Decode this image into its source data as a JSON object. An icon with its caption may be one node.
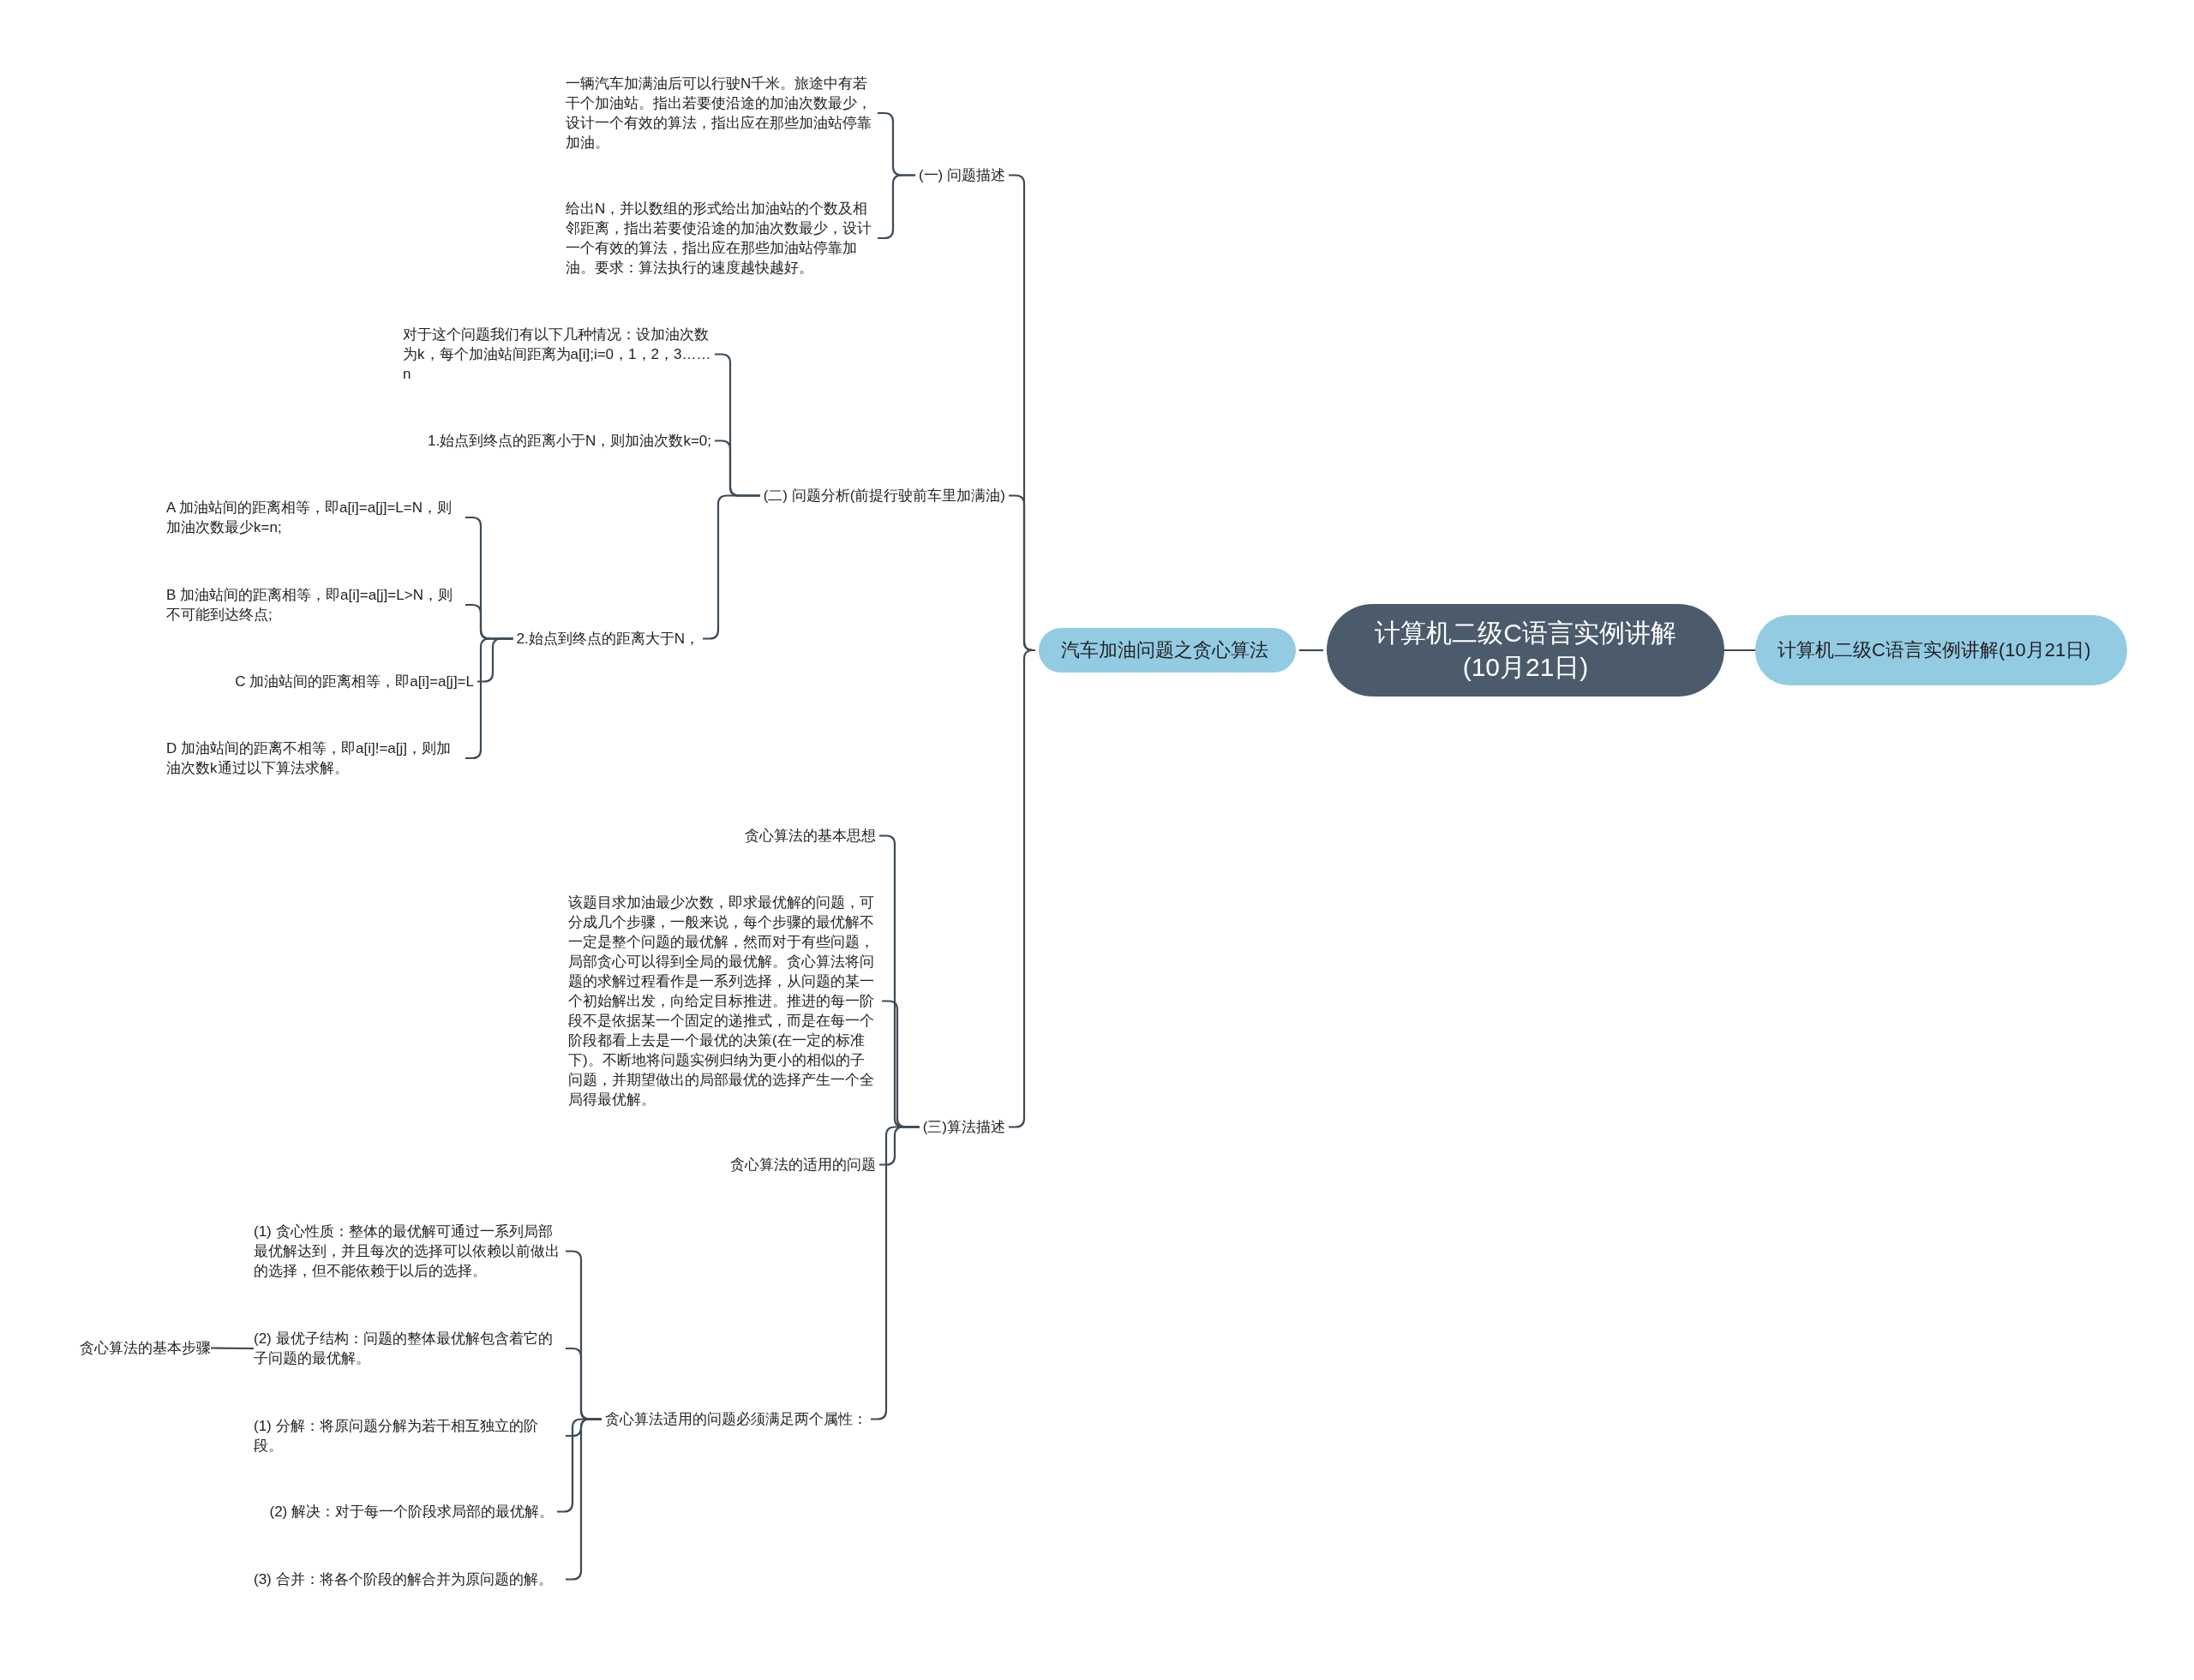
{
  "diagram": {
    "nodes": [
      {
        "text": [
          "计算机二级C语言实例讲解(10月21日)"
        ]
      },
      {
        "text": [
          "计算机二级C语言实例讲解(10月21日)"
        ]
      },
      {
        "text": [
          "汽车加油问题之贪心算法"
        ]
      },
      {
        "text": [
          "(一) 问题描述"
        ]
      },
      {
        "text": [
          "一辆汽车加满油后可以行驶N千米。旅途中有若干个加油站。指出若要使沿途的加油次数最少，设计一个有效的算法，指出应在那些加油站停靠加油。"
        ]
      },
      {
        "text": [
          "给出N，并以数组的形式给出加油站的个数及相邻距离，指出若要使沿途的加油次数最少，设计一个有效的算法，指出应在那些加油站停靠加油。要求：算法执行的速度越快越好。"
        ]
      },
      {
        "text": [
          "(二) 问题分析(前提行驶前车里加满油)"
        ]
      },
      {
        "text": [
          "对于这个问题我们有以下几种情况：设加油次数为k，每个加油站间距离为a[i];i=0，1，2，3……n"
        ]
      },
      {
        "text": [
          "1.始点到终点的距离小于N，则加油次数k=0;"
        ]
      },
      {
        "text": [
          "2.始点到终点的距离大于N，"
        ]
      },
      {
        "text": [
          "A 加油站间的距离相等，即a[i]=a[j]=L=N，则加油次数最少k=n;"
        ]
      },
      {
        "text": [
          "B 加油站间的距离相等，即a[i]=a[j]=L>N，则不可能到达终点;"
        ]
      },
      {
        "text": [
          "C 加油站间的距离相等，即a[i]=a[j]=L"
        ]
      },
      {
        "text": [
          "D 加油站间的距离不相等，即a[i]!=a[j]，则加油次数k通过以下算法求解。"
        ]
      },
      {
        "text": [
          "(三)算法描述"
        ]
      },
      {
        "text": [
          "贪心算法的基本思想"
        ]
      },
      {
        "text": [
          "该题目求加油最少次数，即求最优解的问题，可分成几个步骤，一般来说，每个步骤的最优解不一定是整个问题的最优解，然而对于有些问题，局部贪心可以得到全局的最优解。贪心算法将问题的求解过程看作是一系列选择，从问题的某一个初始解出发，向给定目标推进。推进的每一阶段不是依据某一个固定的递推式，而是在每一个阶段都看上去是一个最优的决策(在一定的标准下)。不断地将问题实例归纳为更小的相似的子问题，并期望做出的局部最优的选择产生一个全局得最优解。"
        ]
      },
      {
        "text": [
          "贪心算法的适用的问题"
        ]
      },
      {
        "text": [
          "贪心算法适用的问题必须满足两个属性："
        ]
      },
      {
        "text": [
          "(1) 贪心性质：整体的最优解可通过一系列局部最优解达到，并且每次的选择可以依赖以前做出的选择，但不能依赖于以后的选择。"
        ]
      },
      {
        "text": [
          "(2) 最优子结构：问题的整体最优解包含着它的子问题的最优解。"
        ]
      },
      {
        "text": [
          "(1) 分解：将原问题分解为若干相互独立的阶段。"
        ]
      },
      {
        "text": [
          "(2) 解决：对于每一个阶段求局部的最优解。"
        ]
      },
      {
        "text": [
          "(3) 合并：将各个阶段的解合并为原问题的解。"
        ]
      },
      {
        "text": [
          "贪心算法的基本步骤"
        ]
      }
    ],
    "edges": [
      {
        "from": 0,
        "to": 1,
        "arrow": "none"
      },
      {
        "from": 0,
        "to": 2,
        "arrow": "none"
      },
      {
        "from": 2,
        "to": 3,
        "arrow": "none"
      },
      {
        "from": 2,
        "to": 6,
        "arrow": "none"
      },
      {
        "from": 2,
        "to": 14,
        "arrow": "none"
      },
      {
        "from": 3,
        "to": 4,
        "arrow": "none"
      },
      {
        "from": 3,
        "to": 5,
        "arrow": "none"
      },
      {
        "from": 6,
        "to": 7,
        "arrow": "none"
      },
      {
        "from": 6,
        "to": 8,
        "arrow": "none"
      },
      {
        "from": 6,
        "to": 9,
        "arrow": "none"
      },
      {
        "from": 9,
        "to": 10,
        "arrow": "none"
      },
      {
        "from": 9,
        "to": 11,
        "arrow": "none"
      },
      {
        "from": 9,
        "to": 12,
        "arrow": "none"
      },
      {
        "from": 9,
        "to": 13,
        "arrow": "none"
      },
      {
        "from": 14,
        "to": 15,
        "arrow": "none"
      },
      {
        "from": 14,
        "to": 16,
        "arrow": "none"
      },
      {
        "from": 14,
        "to": 17,
        "arrow": "none"
      },
      {
        "from": 14,
        "to": 18,
        "arrow": "none"
      },
      {
        "from": 18,
        "to": 19,
        "arrow": "none"
      },
      {
        "from": 18,
        "to": 20,
        "arrow": "none"
      },
      {
        "from": 18,
        "to": 21,
        "arrow": "none"
      },
      {
        "from": 18,
        "to": 22,
        "arrow": "none"
      },
      {
        "from": 18,
        "to": 23,
        "arrow": "none"
      },
      {
        "from": 24,
        "to": 20,
        "arrow": "none"
      }
    ]
  }
}
